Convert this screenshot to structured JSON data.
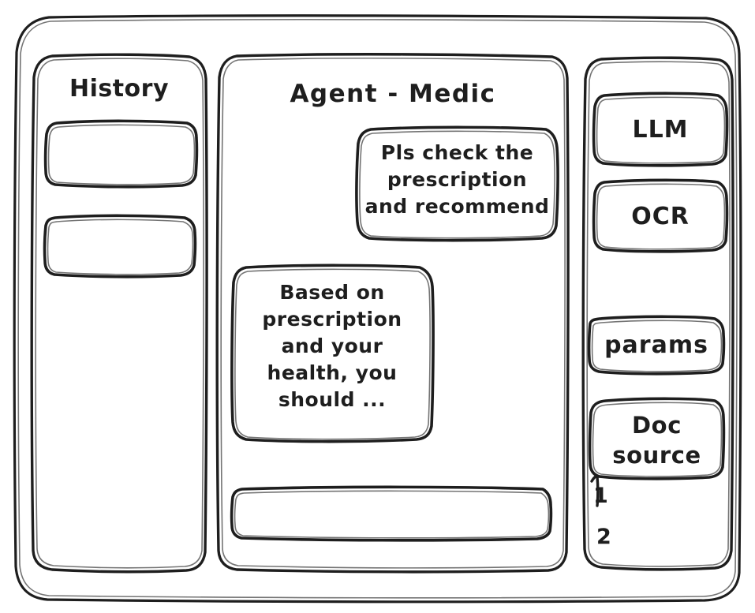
{
  "window": {
    "name": "agent-chat-wireframe",
    "style": "hand-drawn-wireframe",
    "stroke_color": "#1e1e1e",
    "background_color": "#ffffff"
  },
  "sidebar_left": {
    "title": "History",
    "items": [
      {
        "label": ""
      },
      {
        "label": ""
      }
    ]
  },
  "main": {
    "title": "Agent - Medic",
    "messages": [
      {
        "role": "user",
        "text": "Pls check the\nprescription\nand recommend"
      },
      {
        "role": "agent",
        "text": "Based on\nprescription\nand your\nhealth, you\nshould ..."
      }
    ],
    "composer": {
      "value": "",
      "placeholder": ""
    }
  },
  "sidebar_right": {
    "tools": [
      {
        "label": "LLM"
      },
      {
        "label": "OCR"
      }
    ],
    "params": {
      "label": "params"
    },
    "doc_source": {
      "label": "Doc\nsource",
      "items": [
        "1",
        "2"
      ]
    }
  }
}
